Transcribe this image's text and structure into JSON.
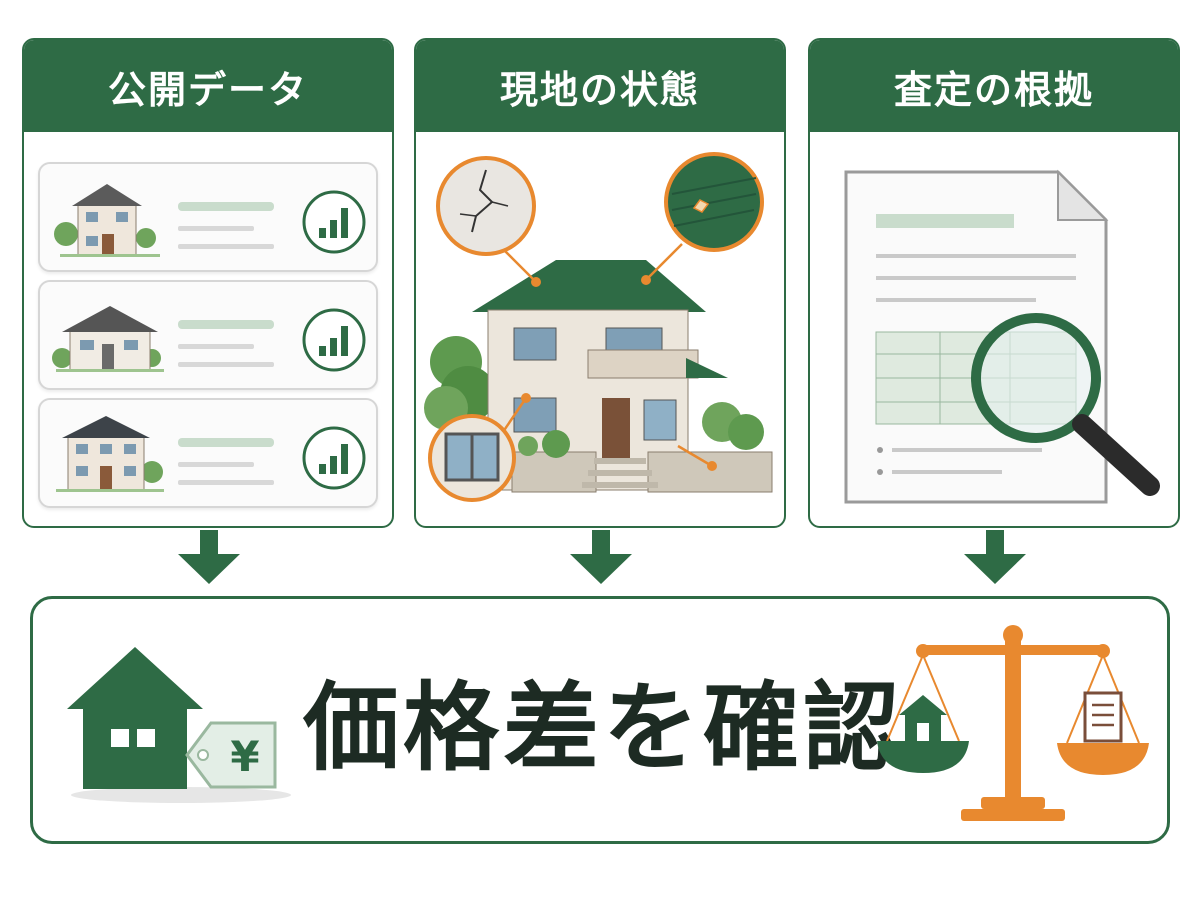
{
  "panels": [
    {
      "title": "公開データ"
    },
    {
      "title": "現地の状態"
    },
    {
      "title": "査定の根拠"
    }
  ],
  "result": {
    "title": "価格差を確認",
    "price_tag_symbol": "¥"
  },
  "colors": {
    "brand_green": "#2e6b45",
    "accent_orange": "#e8892f",
    "light_green": "#c9dccc"
  }
}
